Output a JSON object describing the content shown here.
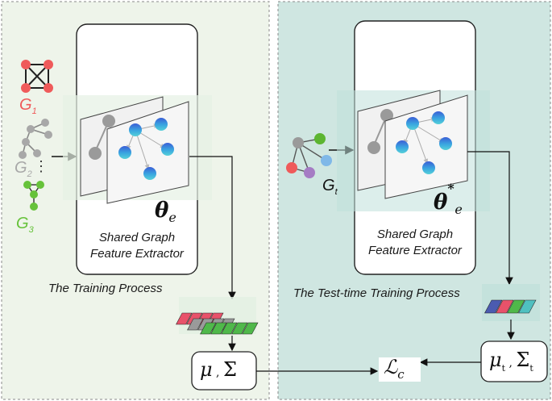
{
  "training": {
    "caption": "The Training Process",
    "graphs": [
      {
        "base": "G",
        "sub": "1",
        "color": "#ef5a5a"
      },
      {
        "base": "G",
        "sub": "2",
        "color": "#a8a8a8"
      },
      {
        "base": "G",
        "sub": "3",
        "color": "#66c23a"
      }
    ],
    "ellipsis": "⋮",
    "extractor": {
      "theta": "θ",
      "theta_sub": "e",
      "label_line1": "Shared Graph",
      "label_line2": "Feature Extractor"
    },
    "stats": {
      "mu": "μ",
      "sep": " , ",
      "sigma": "Σ"
    }
  },
  "test": {
    "caption": "The Test-time Training Process",
    "graph": {
      "base": "G",
      "sub": "t"
    },
    "extractor": {
      "theta": "θ",
      "theta_sub": "e",
      "theta_sup": "*",
      "label_line1": "Shared Graph",
      "label_line2": "Feature Extractor"
    },
    "stats": {
      "mu": "μ",
      "mu_sub": "t",
      "sep": " , ",
      "sigma": "Σ",
      "sigma_sub": "t"
    }
  },
  "loss": {
    "symbol": "ℒ",
    "sub": "c"
  },
  "colors": {
    "left_panel_bg": "#eef4ea",
    "right_panel_bg": "#cfe6e1",
    "node_blue": "#3a8fd6",
    "node_gray": "#9a9a9a",
    "red": "#ef5a5a",
    "green": "#5cb531",
    "purple": "#a57cc4",
    "light_blue": "#7fb8e8"
  }
}
